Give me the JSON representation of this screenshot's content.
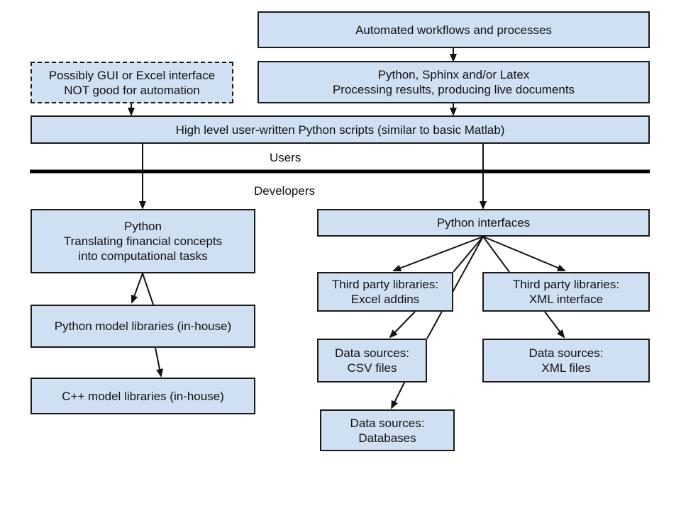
{
  "diagram": {
    "nodes": {
      "automated_workflows": {
        "lines": [
          "Automated workflows and processes"
        ]
      },
      "python_sphinx": {
        "lines": [
          "Python, Sphinx and/or Latex",
          "Processing results, producing live documents"
        ]
      },
      "gui_excel": {
        "lines": [
          "Possibly GUI or Excel interface",
          "NOT good for automation"
        ]
      },
      "high_level_scripts": {
        "lines": [
          "High level user-written Python scripts (similar to basic Matlab)"
        ]
      },
      "python_translating": {
        "lines": [
          "Python",
          "Translating financial concepts",
          "into computational tasks"
        ]
      },
      "python_interfaces": {
        "lines": [
          "Python interfaces"
        ]
      },
      "python_model_libs": {
        "lines": [
          "Python model libraries (in-house)"
        ]
      },
      "cpp_model_libs": {
        "lines": [
          "C++ model libraries (in-house)"
        ]
      },
      "third_party_excel": {
        "lines": [
          "Third party libraries:",
          "Excel addins"
        ]
      },
      "third_party_xml": {
        "lines": [
          "Third party libraries:",
          "XML interface"
        ]
      },
      "data_csv": {
        "lines": [
          "Data sources:",
          "CSV files"
        ]
      },
      "data_xml": {
        "lines": [
          "Data sources:",
          "XML files"
        ]
      },
      "data_databases": {
        "lines": [
          "Data sources:",
          "Databases"
        ]
      }
    },
    "separator": {
      "users_label": "Users",
      "developers_label": "Developers"
    },
    "edges": [
      {
        "from": "automated_workflows",
        "to": "python_sphinx",
        "arrow": true
      },
      {
        "from": "gui_excel",
        "to": "high_level_scripts",
        "arrow": true
      },
      {
        "from": "python_sphinx",
        "to": "high_level_scripts",
        "arrow": true
      },
      {
        "from": "high_level_scripts",
        "to": "python_translating",
        "arrow": true
      },
      {
        "from": "high_level_scripts",
        "to": "python_interfaces",
        "arrow": true
      },
      {
        "from": "python_translating",
        "to": "python_model_libs",
        "arrow": true
      },
      {
        "from": "python_translating",
        "to": "cpp_model_libs",
        "arrow": true
      },
      {
        "from": "python_interfaces",
        "to": "third_party_excel",
        "arrow": true
      },
      {
        "from": "python_interfaces",
        "to": "third_party_excel",
        "arrow": false
      },
      {
        "from": "python_interfaces",
        "to": "data_csv",
        "arrow": false
      },
      {
        "from": "python_interfaces",
        "to": "third_party_xml",
        "arrow": false
      },
      {
        "from": "python_interfaces",
        "to": "third_party_xml",
        "arrow": true
      },
      {
        "from": "third_party_excel",
        "to": "data_csv",
        "arrow": true
      },
      {
        "from": "third_party_xml",
        "to": "data_xml",
        "arrow": true
      },
      {
        "from": "data_csv",
        "to": "data_databases",
        "arrow": true
      }
    ]
  }
}
